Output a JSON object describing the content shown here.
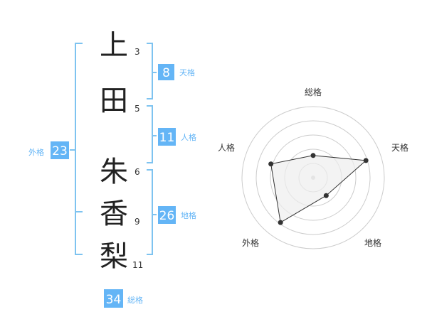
{
  "name": {
    "characters": [
      {
        "char": "上",
        "strokes": "3"
      },
      {
        "char": "田",
        "strokes": "5"
      },
      {
        "char": "朱",
        "strokes": "6"
      },
      {
        "char": "香",
        "strokes": "9"
      },
      {
        "char": "梨",
        "strokes": "11"
      }
    ]
  },
  "kakusu": {
    "tenkaku": {
      "value": "8",
      "label": "天格"
    },
    "jinkaku": {
      "value": "11",
      "label": "人格"
    },
    "chikaku": {
      "value": "26",
      "label": "地格"
    },
    "gaikaku": {
      "value": "23",
      "label": "外格"
    },
    "soukaku": {
      "value": "34",
      "label": "総格"
    }
  },
  "colors": {
    "accent": "#64b5f6",
    "bracket": "#7ec3f0",
    "label": "#64b5f6",
    "grid": "#cccccc",
    "fill": "#eeeeee"
  },
  "chart_data": {
    "type": "radar",
    "categories": [
      "総格",
      "天格",
      "地格",
      "外格",
      "人格"
    ],
    "values": [
      2,
      5,
      2,
      5,
      4
    ],
    "rmax": 5
  }
}
